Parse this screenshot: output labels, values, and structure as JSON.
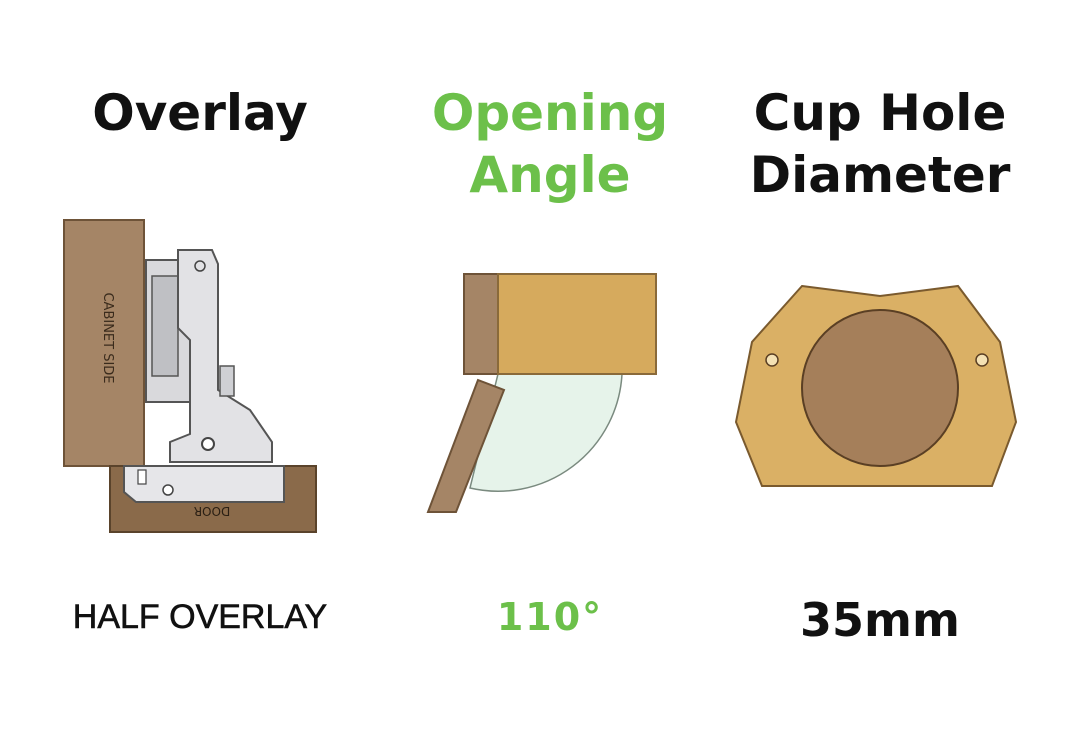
{
  "colors": {
    "text_dark": "#111111",
    "accent_green": "#6cc04a",
    "wood_dark": "#a58566",
    "wood_light": "#d6aa5d",
    "cup_hole": "#a57f5a",
    "metal": "#d9d9dc",
    "arc_fill": "#e6f3ea"
  },
  "columns": [
    {
      "title_lines": [
        "Overlay"
      ],
      "value": "HALF OVERLAY",
      "icon": "concealed-hinge-diagram",
      "diagram_labels": {
        "cabinet_side": "CABINET SIDE",
        "door": "DOOR"
      }
    },
    {
      "title_lines": [
        "Opening",
        "Angle"
      ],
      "value": "110°",
      "icon": "opening-angle-diagram"
    },
    {
      "title_lines": [
        "Cup Hole",
        "Diameter"
      ],
      "value": "35mm",
      "icon": "cup-hole-plate-diagram"
    }
  ]
}
